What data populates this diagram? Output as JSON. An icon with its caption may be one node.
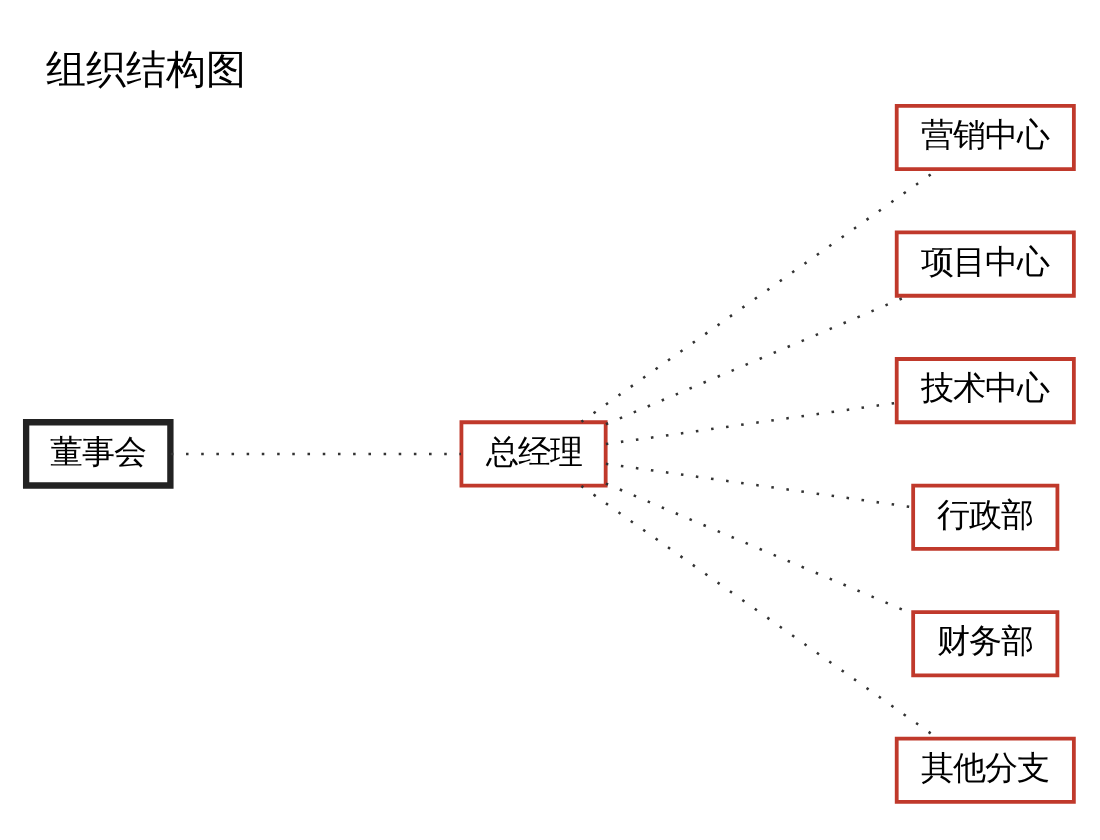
{
  "diagram": {
    "title": "组织结构图",
    "nodes": [
      {
        "text": [
          "董事会"
        ]
      },
      {
        "text": [
          "总经理"
        ]
      },
      {
        "text": [
          "营销中心"
        ]
      },
      {
        "text": [
          "项目中心"
        ]
      },
      {
        "text": [
          "技术中心"
        ]
      },
      {
        "text": [
          "行政部"
        ]
      },
      {
        "text": [
          "财务部"
        ]
      },
      {
        "text": [
          "其他分支"
        ]
      }
    ],
    "edges": [
      {
        "from": 0,
        "to": 1,
        "arrow": "none"
      },
      {
        "from": 1,
        "to": 2,
        "arrow": "none"
      },
      {
        "from": 1,
        "to": 3,
        "arrow": "none"
      },
      {
        "from": 1,
        "to": 4,
        "arrow": "none"
      },
      {
        "from": 1,
        "to": 5,
        "arrow": "none"
      },
      {
        "from": 1,
        "to": 6,
        "arrow": "none"
      },
      {
        "from": 1,
        "to": 7,
        "arrow": "none"
      }
    ]
  }
}
